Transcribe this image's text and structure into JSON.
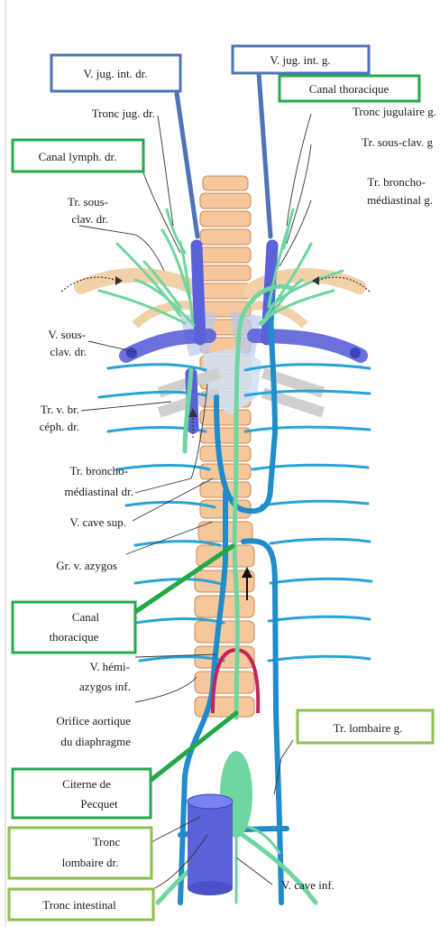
{
  "labels": {
    "v_jug_int_dr": "V. jug. int. dr.",
    "v_jug_int_g": "V. jug. int. g.",
    "canal_thoracique_top": "Canal thoracique",
    "tronc_jug_dr": "Tronc jug. dr.",
    "tronc_jugulaire_g": "Tronc jugulaire g.",
    "canal_lymph_dr": "Canal lymph. dr.",
    "tr_sous_clav_g": "Tr. sous-clav. g",
    "tr_sous_clav_dr_1": "Tr. sous-",
    "tr_sous_clav_dr_2": "clav. dr.",
    "tr_broncho_med_g_1": "Tr. broncho-",
    "tr_broncho_med_g_2": "médiastinal g.",
    "v_sous_clav_dr_1": "V. sous-",
    "v_sous_clav_dr_2": "clav. dr.",
    "tr_v_br_ceph_dr_1": "Tr. v. br.",
    "tr_v_br_ceph_dr_2": "céph. dr.",
    "tr_broncho_med_dr_1": "Tr. broncho-",
    "tr_broncho_med_dr_2": "médiastinal dr.",
    "v_cave_sup": "V. cave sup.",
    "gr_v_azygos": "Gr. v. azygos",
    "canal_thoracique_1": "Canal",
    "canal_thoracique_2": "thoracique",
    "v_hemi_azygos_1": "V. hémi-",
    "v_hemi_azygos_2": "azygos inf.",
    "orifice_aortique_1": "Orifice aortique",
    "orifice_aortique_2": "du diaphragme",
    "tr_lombaire_g": "Tr. lombaire g.",
    "citerne_1": "Citerne de",
    "citerne_2": "Pecquet",
    "tronc_lombaire_dr_1": "Tronc",
    "tronc_lombaire_dr_2": "lombaire dr.",
    "v_cave_inf": "V. cave inf.",
    "tronc_intestinal": "Tronc intestinal"
  },
  "colors": {
    "blue_box": "#4e73b8",
    "green_box": "#26a84c",
    "light_green_box": "#8cc152",
    "vein_blue": "#29a3d9",
    "jugular_purple": "#5a62d9",
    "lymph_green": "#6ed6a0",
    "vertebra": "#f5c79a",
    "hemiazygos_red": "#c0245c"
  }
}
